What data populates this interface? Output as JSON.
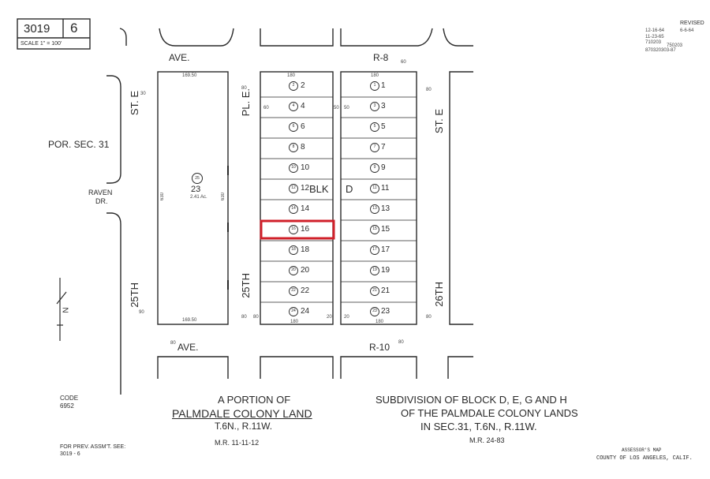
{
  "header": {
    "map_book": "3019",
    "map_page": "6",
    "scale": "SCALE 1\" = 100'"
  },
  "revision": {
    "title": "REVISED",
    "entries": [
      "12-16-64",
      "6-6-64",
      "11-23-65",
      "710203",
      "750203",
      "870320303-87"
    ]
  },
  "streets": {
    "ave_top_left": "AVE.",
    "ave_top_right": "R-8",
    "ave_bottom_left": "AVE.",
    "ave_bottom_right": "R-10",
    "left_street_upper": "ST. E",
    "left_street_lower": "25TH",
    "middle_street_upper": "PL. E.",
    "middle_street_lower": "25TH",
    "right_street_upper": "ST. E",
    "right_street_lower": "26TH",
    "raven_line1": "RAVEN",
    "raven_line2": "DR."
  },
  "section_label": "POR. SEC. 31",
  "north_arrow": "N",
  "large_parcel": {
    "number": "23",
    "circle_id": "25",
    "area": "2.41 Ac.",
    "dim_top": "169.50",
    "dim_bottom": "169.50",
    "dim_left": "630",
    "dim_right": "630"
  },
  "block": {
    "label": "BLK",
    "letter": "D",
    "dim_top_left": "180",
    "dim_top_right": "180",
    "dim_bottom_left": "180",
    "dim_bottom_right": "180",
    "left_lots": [
      {
        "lot": "2",
        "circle": "2"
      },
      {
        "lot": "4",
        "circle": "4"
      },
      {
        "lot": "6",
        "circle": "6"
      },
      {
        "lot": "8",
        "circle": "8"
      },
      {
        "lot": "10",
        "circle": "10"
      },
      {
        "lot": "12",
        "circle": "12"
      },
      {
        "lot": "14",
        "circle": "14"
      },
      {
        "lot": "16",
        "circle": "16"
      },
      {
        "lot": "18",
        "circle": "18"
      },
      {
        "lot": "20",
        "circle": "20"
      },
      {
        "lot": "22",
        "circle": "22"
      },
      {
        "lot": "24",
        "circle": "24"
      }
    ],
    "right_lots": [
      {
        "lot": "1",
        "circle": "1"
      },
      {
        "lot": "3",
        "circle": "3"
      },
      {
        "lot": "5",
        "circle": "5"
      },
      {
        "lot": "7",
        "circle": "7"
      },
      {
        "lot": "9",
        "circle": "9"
      },
      {
        "lot": "11",
        "circle": "11"
      },
      {
        "lot": "13",
        "circle": "13"
      },
      {
        "lot": "15",
        "circle": "15"
      },
      {
        "lot": "17",
        "circle": "17"
      },
      {
        "lot": "19",
        "circle": "19"
      },
      {
        "lot": "21",
        "circle": "21"
      },
      {
        "lot": "23",
        "circle": "23"
      }
    ],
    "highlighted_lot": "16"
  },
  "dimensions": {
    "dim_80_a": "80",
    "dim_80_b": "80",
    "dim_80_c": "80",
    "dim_80_d": "80",
    "dim_80_e": "80",
    "dim_80_f": "80",
    "dim_80_g": "80",
    "dim_90": "90",
    "dim_60_a": "60",
    "dim_60_b": "60",
    "dim_50_a": "50",
    "dim_50_b": "50",
    "dim_20_a": "20",
    "dim_20_b": "20",
    "dim_30": "30"
  },
  "footer": {
    "code_label": "CODE",
    "code_value": "6952",
    "left_title_line1": "A PORTION OF",
    "left_title_line2": "PALMDALE COLONY LAND",
    "left_title_line3": "T.6N., R.11W.",
    "left_ref": "M.R. 11-11-12",
    "right_title_line1": "SUBDIVISION OF BLOCK D, E, G AND H",
    "right_title_line2": "OF THE PALMDALE COLONY LANDS",
    "right_title_line3": "IN SEC.31, T.6N., R.11W.",
    "right_ref": "M.R. 24-83",
    "prev_line1": "FOR PREV. ASSM'T. SEE:",
    "prev_line2": "3019 - 6",
    "assessor_line1": "ASSESSOR'S MAP",
    "assessor_line2": "COUNTY OF LOS ANGELES, CALIF."
  },
  "colors": {
    "ink": "#2a2a2a",
    "highlight": "#d0202a",
    "paper": "#ffffff"
  }
}
